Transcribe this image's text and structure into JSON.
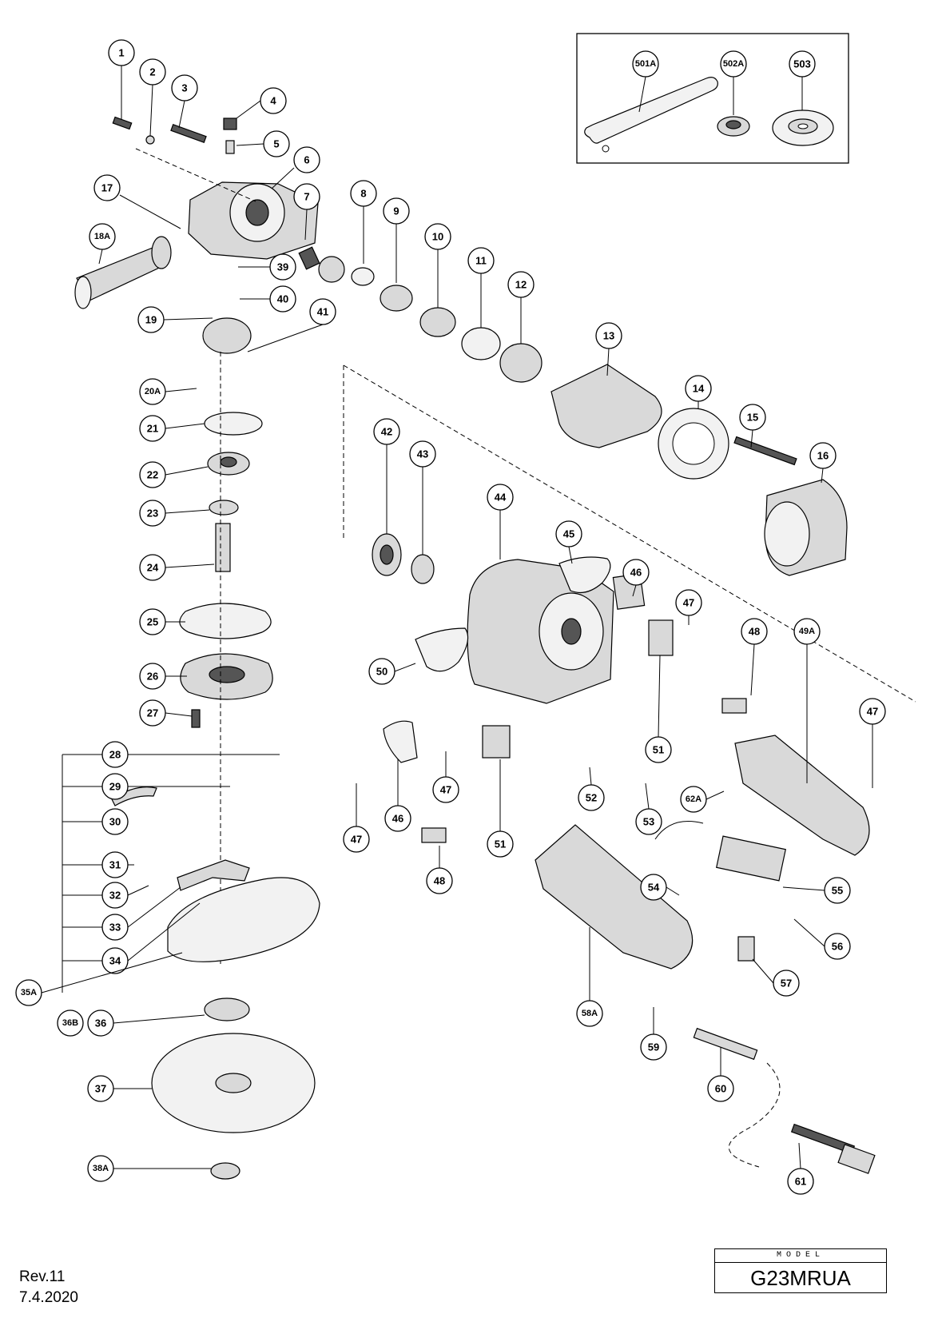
{
  "diagram": {
    "accessory_box_items": [
      "501A",
      "502A",
      "503"
    ],
    "callouts": [
      "1",
      "2",
      "3",
      "4",
      "5",
      "6",
      "7",
      "8",
      "9",
      "10",
      "11",
      "12",
      "13",
      "14",
      "15",
      "16",
      "17",
      "18A",
      "19",
      "20A",
      "21",
      "22",
      "23",
      "24",
      "25",
      "26",
      "27",
      "28",
      "29",
      "30",
      "31",
      "32",
      "33",
      "34",
      "35A",
      "36B",
      "36",
      "37",
      "38A",
      "39",
      "40",
      "41",
      "42",
      "43",
      "44",
      "45",
      "46",
      "46",
      "47",
      "47",
      "47",
      "47",
      "48",
      "48",
      "49A",
      "50",
      "51",
      "51",
      "52",
      "53",
      "54",
      "55",
      "56",
      "57",
      "58A",
      "59",
      "60",
      "61",
      "62A"
    ]
  },
  "footer": {
    "revision": "Rev.11",
    "date": "7.4.2020"
  },
  "model_box": {
    "caption": "MODEL",
    "name": "G23MRUA"
  }
}
